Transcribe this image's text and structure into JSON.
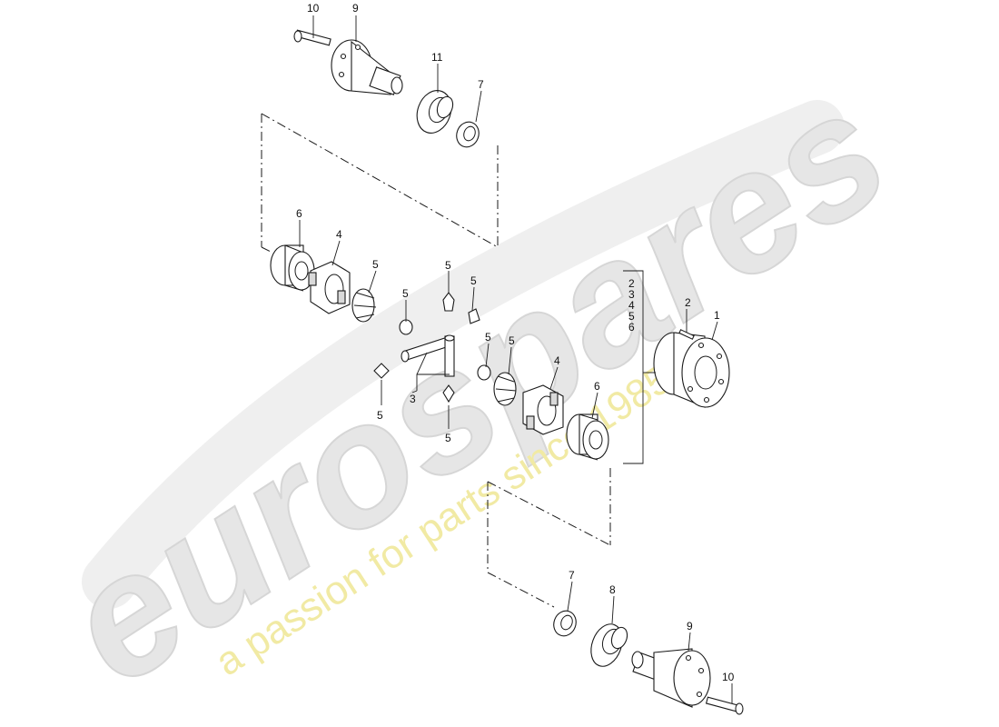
{
  "watermark": {
    "brand": "eurospares",
    "tagline": "a passion for parts since 1985"
  },
  "callouts": {
    "c1": "1",
    "c2": "2",
    "c3": "3",
    "c4a": "4",
    "c4b": "4",
    "c5a": "5",
    "c5b": "5",
    "c5c": "5",
    "c5d": "5",
    "c5e": "5",
    "c5f": "5",
    "c5g": "5",
    "c6a": "6",
    "c6b": "6",
    "c7a": "7",
    "c7b": "7",
    "c8": "8",
    "c9a": "9",
    "c9b": "9",
    "c10a": "10",
    "c10b": "10",
    "c11": "11"
  },
  "group_list": [
    "2",
    "3",
    "4",
    "5",
    "6"
  ],
  "colors": {
    "line": "#1a1a1a",
    "watermark_main": "#e6e6e6",
    "watermark_sub": "#f1eaa4"
  }
}
